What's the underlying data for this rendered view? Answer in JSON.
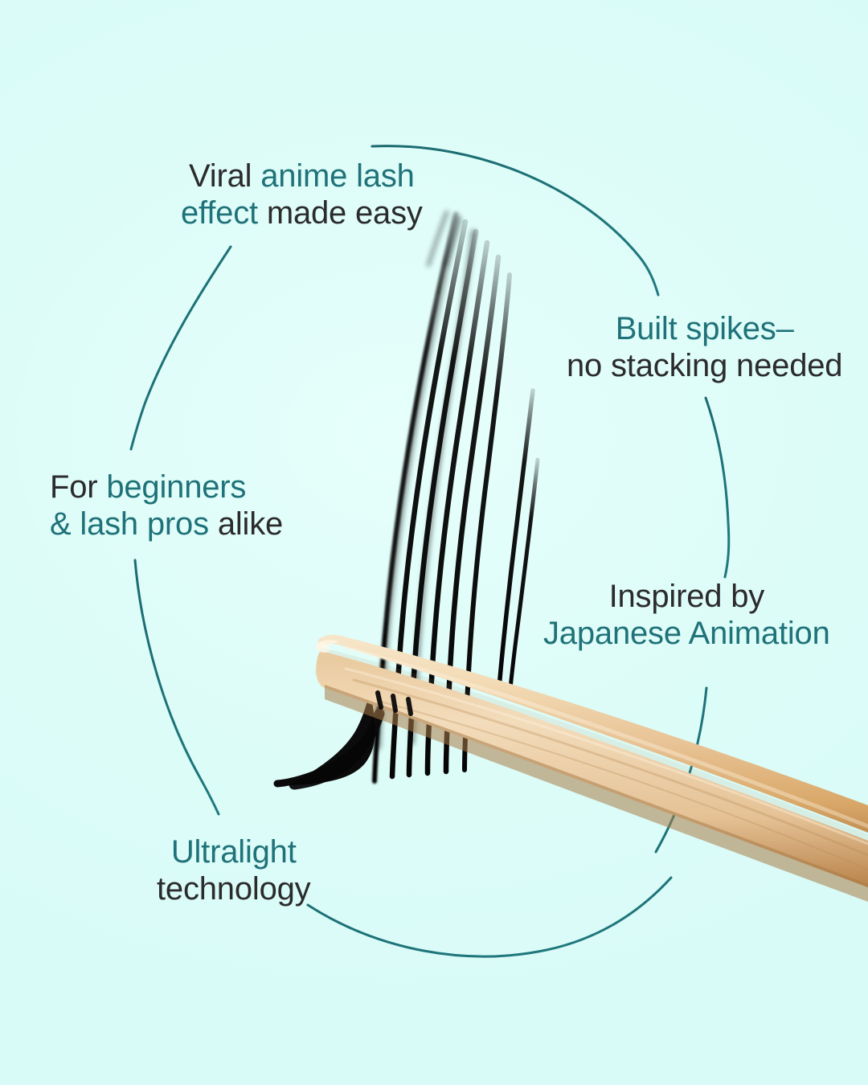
{
  "theme": {
    "background_color": "#defdfa",
    "accent_color": "#1f7279",
    "text_color": "#2b2b2b",
    "ring_color": "#1b6b70",
    "lash_color": "#0a0a0a",
    "tweezer_color_light": "#f6e2c2",
    "tweezer_color_mid": "#e2bd8c",
    "tweezer_color_dark": "#c79a61"
  },
  "graphic": {
    "ring_name": "broken-circle-ring",
    "lash_fan_name": "anime-spike-lash-fan",
    "tweezer_name": "wooden-tweezer"
  },
  "callouts": [
    {
      "id": "viral-anime-lash-effect",
      "line1_plain": "Viral ",
      "line1_accent": "anime lash",
      "line2_accent": "effect",
      "line2_plain": " made easy"
    },
    {
      "id": "built-spikes-no-stacking",
      "line1_accent": "Built spikes–",
      "line2_plain": "no stacking needed"
    },
    {
      "id": "for-beginners-and-lash-pros",
      "line1_plain": "For ",
      "line1_accent": "beginners",
      "line2_accent": "& lash pros",
      "line2_plain": " alike"
    },
    {
      "id": "inspired-by-japanese-animation",
      "line1_plain": "Inspired by",
      "line2_accent": "Japanese Animation"
    },
    {
      "id": "ultralight-technology",
      "line1_accent": "Ultralight",
      "line2_plain": "technology"
    }
  ]
}
